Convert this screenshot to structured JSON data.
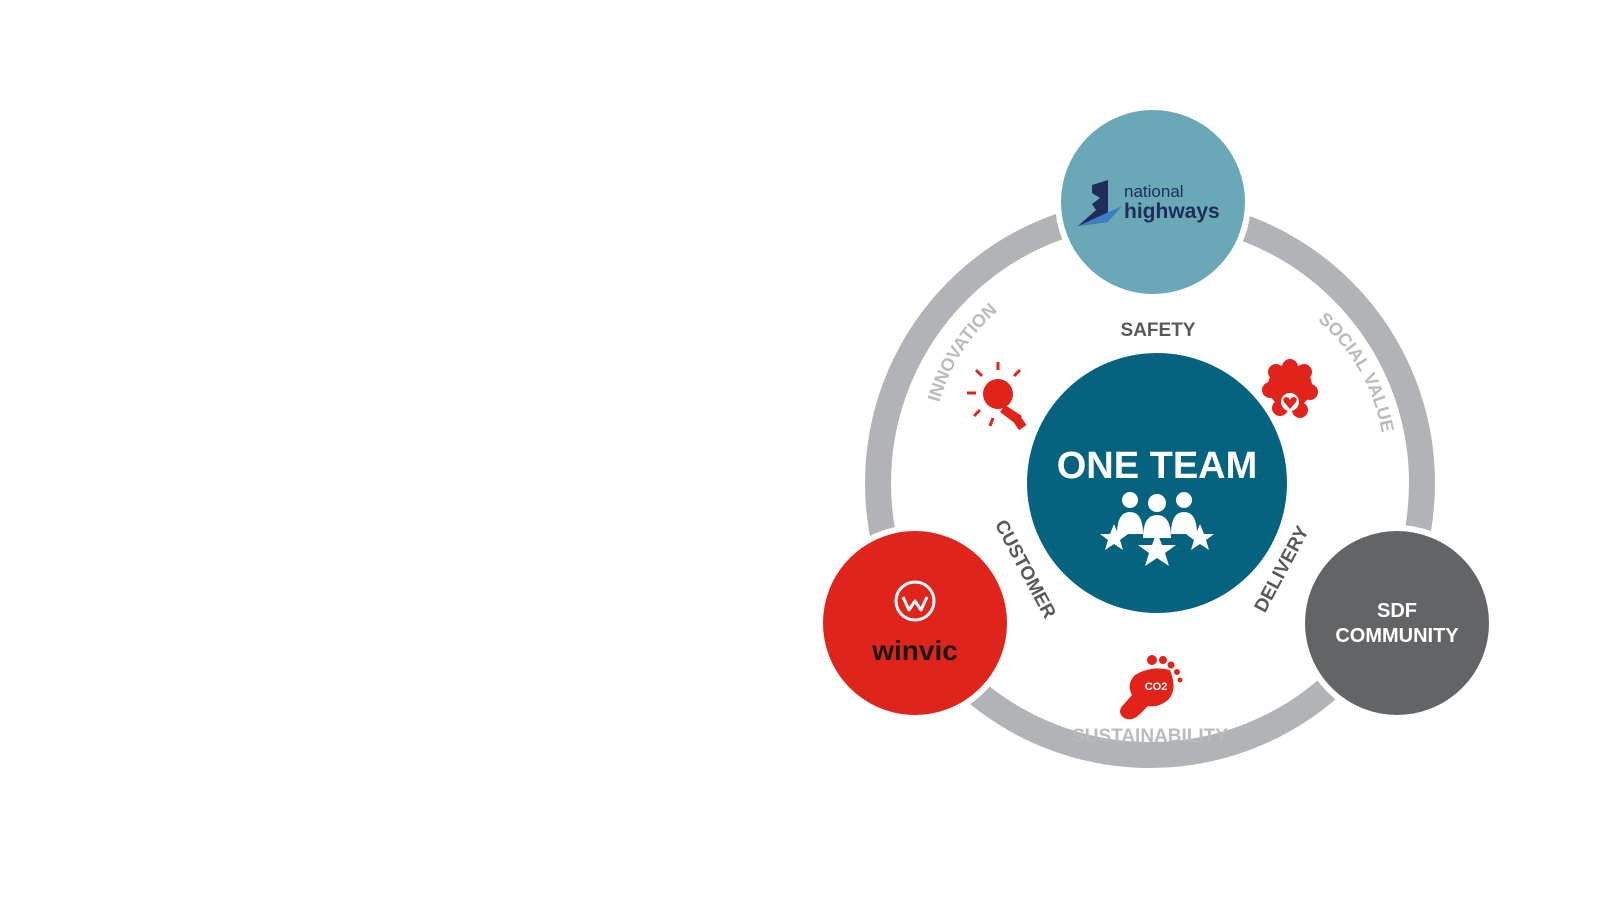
{
  "center": {
    "title": "ONE TEAM",
    "icon": "team-stars-icon"
  },
  "partners": {
    "highways": {
      "line1": "national",
      "line2": "highways",
      "logo": "national-highways-logo"
    },
    "winvic": {
      "name": "winvic",
      "logo": "winvic-logo"
    },
    "sdf": {
      "line1": "SDF",
      "line2": "COMMUNITY"
    }
  },
  "values": {
    "safety": "SAFETY",
    "customer": "CUSTOMER",
    "delivery": "DELIVERY",
    "innovation": "INNOVATION",
    "social_value": "SOCIAL VALUE",
    "sustainability": "SUSTAINABILITY"
  },
  "icons": {
    "innovation": "lightbulb-icon",
    "social_value": "hands-heart-icon",
    "sustainability": "co2-footprint-icon",
    "footprint_label": "CO2"
  },
  "colors": {
    "ring": "#b1b3b6",
    "center": "#05637f",
    "highways": "#6aa8b8",
    "highways_text": "#1e2d5a",
    "winvic": "#df241b",
    "sdf": "#636466",
    "icon_red": "#e2231a",
    "dark_label": "#58595b",
    "light_label": "#b9bbbd"
  }
}
